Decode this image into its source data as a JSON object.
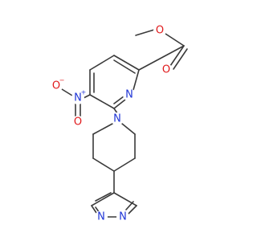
{
  "molecule": {
    "atoms": {
      "o_methyl_ether": {
        "symbol": "O",
        "color": "#e0191b"
      },
      "o_carbonyl": {
        "symbol": "O",
        "color": "#e0191b"
      },
      "n_pyridine": {
        "symbol": "N",
        "color": "#1f35d6"
      },
      "n_nitro": {
        "symbol": "N",
        "charge": "+",
        "color": "#1f35d6"
      },
      "o_nitro_single": {
        "symbol": "O",
        "charge": "−",
        "color": "#e0191b"
      },
      "o_nitro_double": {
        "symbol": "O",
        "color": "#e0191b"
      },
      "n_piperidine": {
        "symbol": "N",
        "color": "#1f35d6"
      },
      "n_pyridazine_1": {
        "symbol": "N",
        "color": "#1f35d6"
      },
      "n_pyridazine_2": {
        "symbol": "N",
        "color": "#1f35d6"
      }
    },
    "bond_color": "#3a3a3a"
  }
}
